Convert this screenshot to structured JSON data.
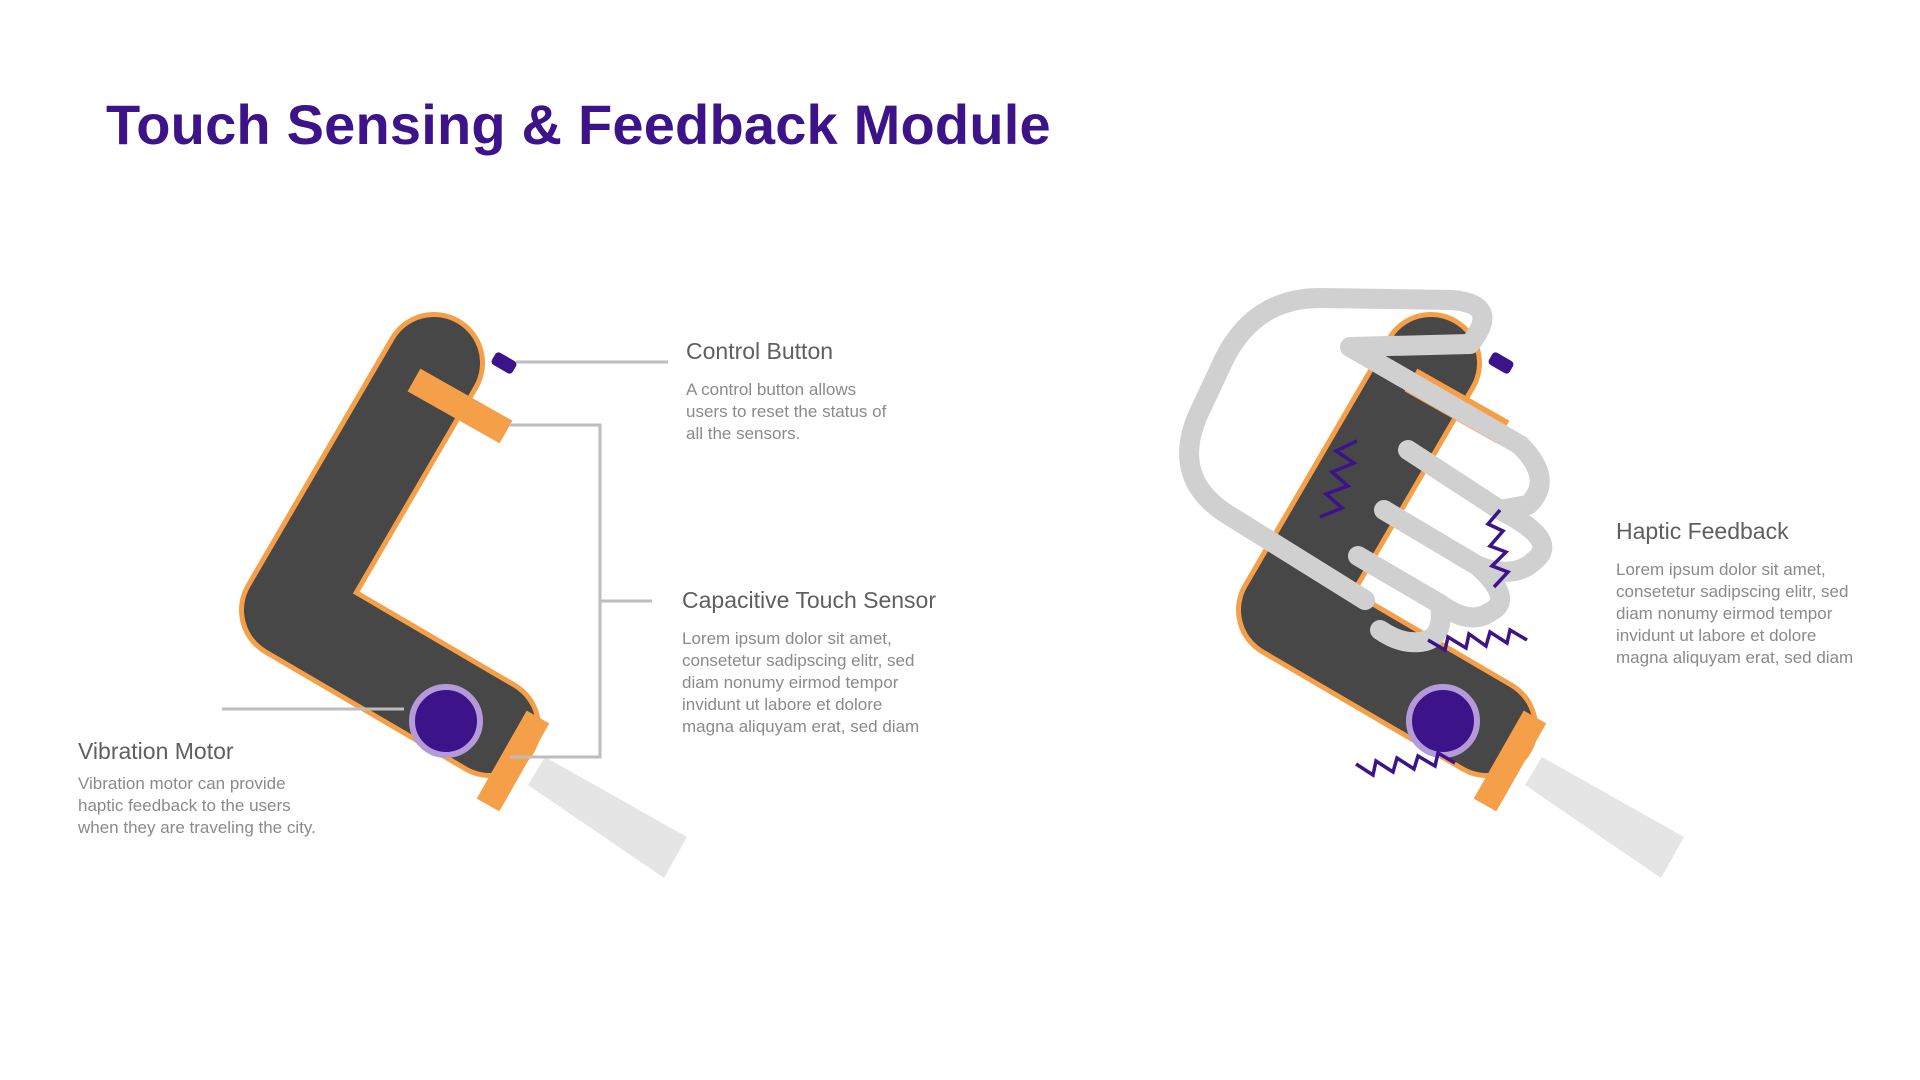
{
  "page": {
    "title": "Touch Sensing & Feedback Module"
  },
  "labels": {
    "control_button": {
      "heading": "Control Button",
      "lines": [
        "A control button allows",
        "users to reset the status of",
        "all the sensors."
      ]
    },
    "capacitive_sensor": {
      "heading": "Capacitive Touch Sensor",
      "lines": [
        "Lorem ipsum dolor sit amet,",
        "consetetur sadipscing elitr, sed",
        "diam nonumy eirmod tempor",
        "invidunt ut labore et dolore",
        "magna aliquyam erat, sed diam"
      ]
    },
    "vibration_motor": {
      "heading": "Vibration Motor",
      "lines": [
        "Vibration motor can provide",
        "haptic feedback to the users",
        "when they are traveling the city."
      ]
    },
    "haptic_feedback": {
      "heading": "Haptic Feedback",
      "lines": [
        "Lorem ipsum dolor sit amet,",
        "consetetur sadipscing elitr, sed",
        "diam nonumy eirmod tempor",
        "invidunt ut labore et dolore",
        "magna aliquyam erat, sed diam"
      ]
    }
  },
  "colors": {
    "title": "#3d1389",
    "device_body": "#474747",
    "device_outline": "#f5a049",
    "button": "#3d1389",
    "motor_fill": "#3d1389",
    "motor_ring": "#b49ad8",
    "handlebar": "#e5e5e5",
    "hand": "#d0d0d0",
    "leader_line": "#bdbdbd",
    "vibration_marks": "#3d1389"
  },
  "icons": {
    "device": "handlebar-grip-device",
    "hand": "gripping-hand",
    "vibration": "vibration-zigzag"
  }
}
